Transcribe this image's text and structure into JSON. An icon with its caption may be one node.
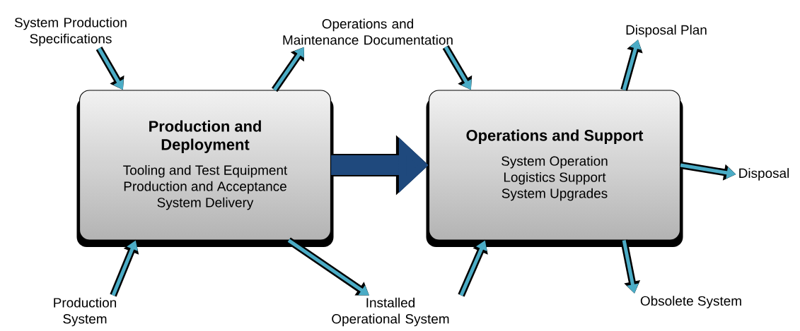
{
  "diagram": {
    "nodes": [
      {
        "text": [
          "Production and Deployment",
          "Tooling and Test Equipment Production and Acceptance System Delivery"
        ]
      },
      {
        "text": [
          "Operations and Support",
          "System Operation Logistics Support System Upgrades"
        ]
      },
      {
        "text": [
          "System Production Specifications"
        ]
      },
      {
        "text": [
          "Operations and Maintenance Documentation"
        ]
      },
      {
        "text": [
          "Disposal Plan"
        ]
      },
      {
        "text": [
          "Production System"
        ]
      },
      {
        "text": [
          "Installed Operational System"
        ]
      },
      {
        "text": [
          "Obsolete System"
        ]
      },
      {
        "text": [
          "Disposal"
        ]
      }
    ],
    "edges": [
      {
        "from": 2,
        "to": 0,
        "arrow": "to"
      },
      {
        "from": 0,
        "to": 3,
        "arrow": "to"
      },
      {
        "from": 3,
        "to": 1,
        "arrow": "to"
      },
      {
        "from": 1,
        "to": 4,
        "arrow": "to"
      },
      {
        "from": 5,
        "to": 0,
        "arrow": "to"
      },
      {
        "from": 0,
        "to": 6,
        "arrow": "to"
      },
      {
        "from": 6,
        "to": 1,
        "arrow": "to"
      },
      {
        "from": 1,
        "to": 7,
        "arrow": "to"
      },
      {
        "from": 1,
        "to": 8,
        "arrow": "to"
      },
      {
        "from": 0,
        "to": 1,
        "arrow": "to",
        "style": "thick",
        "color": "#1f497d"
      }
    ]
  }
}
